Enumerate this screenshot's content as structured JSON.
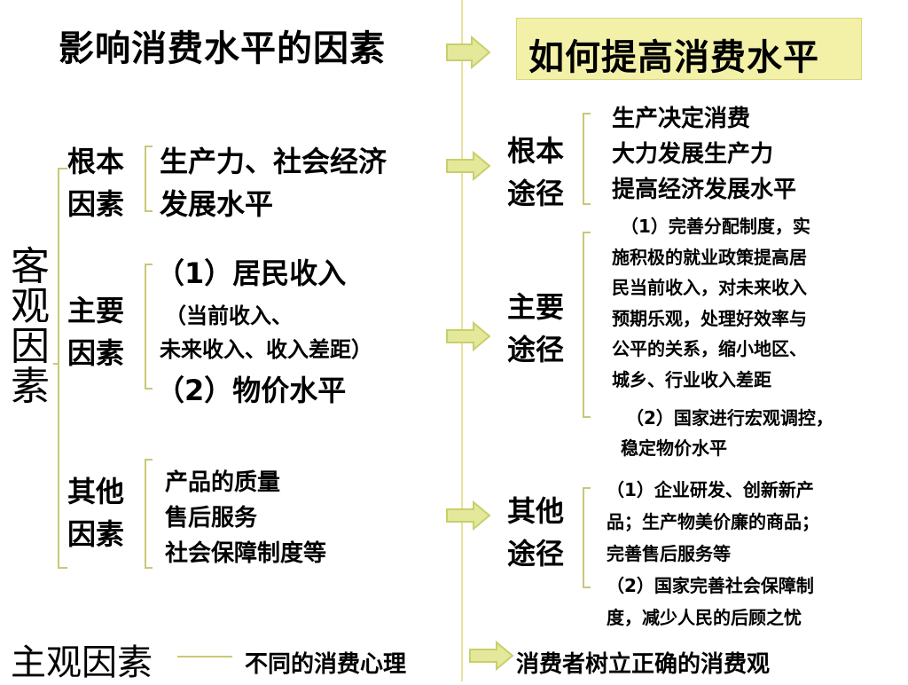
{
  "title_left": "影响消费水平的因素",
  "title_right": "如何提高消费水平",
  "keguan": "客观因素",
  "zhuguan": "主观因素",
  "left": {
    "genben": {
      "label": [
        "根本",
        "因素"
      ],
      "content": [
        "生产力、社会经济",
        "发展水平"
      ]
    },
    "zhuyao": {
      "label": [
        "主要",
        "因素"
      ],
      "content": [
        "（1）居民收入",
        "（当前收入、",
        "未来收入、收入差距）",
        "（2）物价水平"
      ]
    },
    "qita": {
      "label": [
        "其他",
        "因素"
      ],
      "content": [
        "产品的质量",
        "售后服务",
        "社会保障制度等"
      ]
    }
  },
  "right": {
    "genben": {
      "label": [
        "根本",
        "途径"
      ],
      "content": [
        "生产决定消费",
        "大力发展生产力",
        "提高经济发展水平"
      ]
    },
    "zhuyao": {
      "label": [
        "主要",
        "途径"
      ],
      "content": [
        "（1）完善分配制度，实",
        "施积极的就业政策提高居",
        "民当前收入，对未来收入",
        "预期乐观，处理好效率与",
        "公平的关系，缩小地区、",
        "城乡、行业收入差距",
        "（2）国家进行宏观调控，",
        "稳定物价水平"
      ]
    },
    "qita": {
      "label": [
        "其他",
        "途径"
      ],
      "content": [
        "（1）企业研发、创新新产",
        "品；生产物美价廉的商品；",
        "完善售后服务等",
        "（2）国家完善社会保障制",
        "度，减少人民的后顾之忧"
      ]
    }
  },
  "bottom": {
    "left": "不同的消费心理",
    "right": "消费者树立正确的消费观"
  },
  "colors": {
    "arrow_fill": "#e4e89a",
    "arrow_stroke": "#c9cf6a",
    "bracket": "#c8c878",
    "title_box": "#f3f1a8"
  }
}
